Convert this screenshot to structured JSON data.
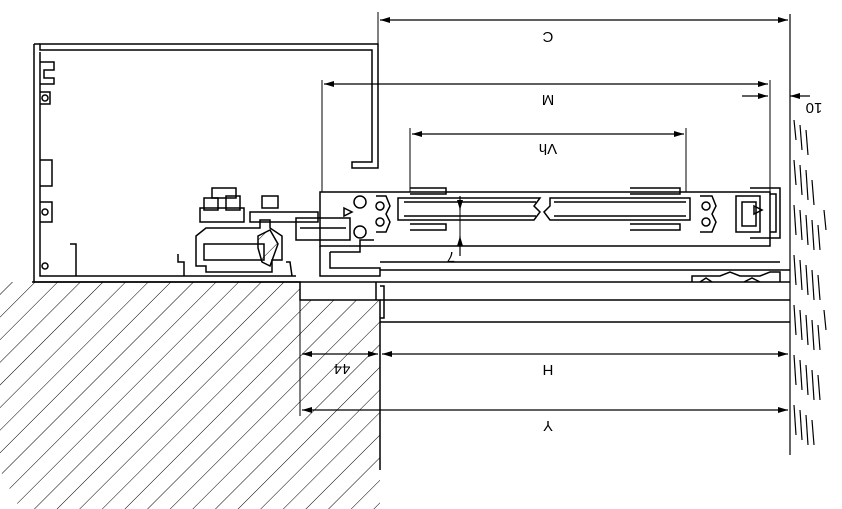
{
  "dimensions": {
    "c": "C",
    "m": "M",
    "gap": "10",
    "vh": "Vh",
    "offset": "7",
    "depth": "44",
    "h": "H",
    "y": "Y"
  },
  "colors": {
    "line": "#000000",
    "background": "#ffffff"
  }
}
